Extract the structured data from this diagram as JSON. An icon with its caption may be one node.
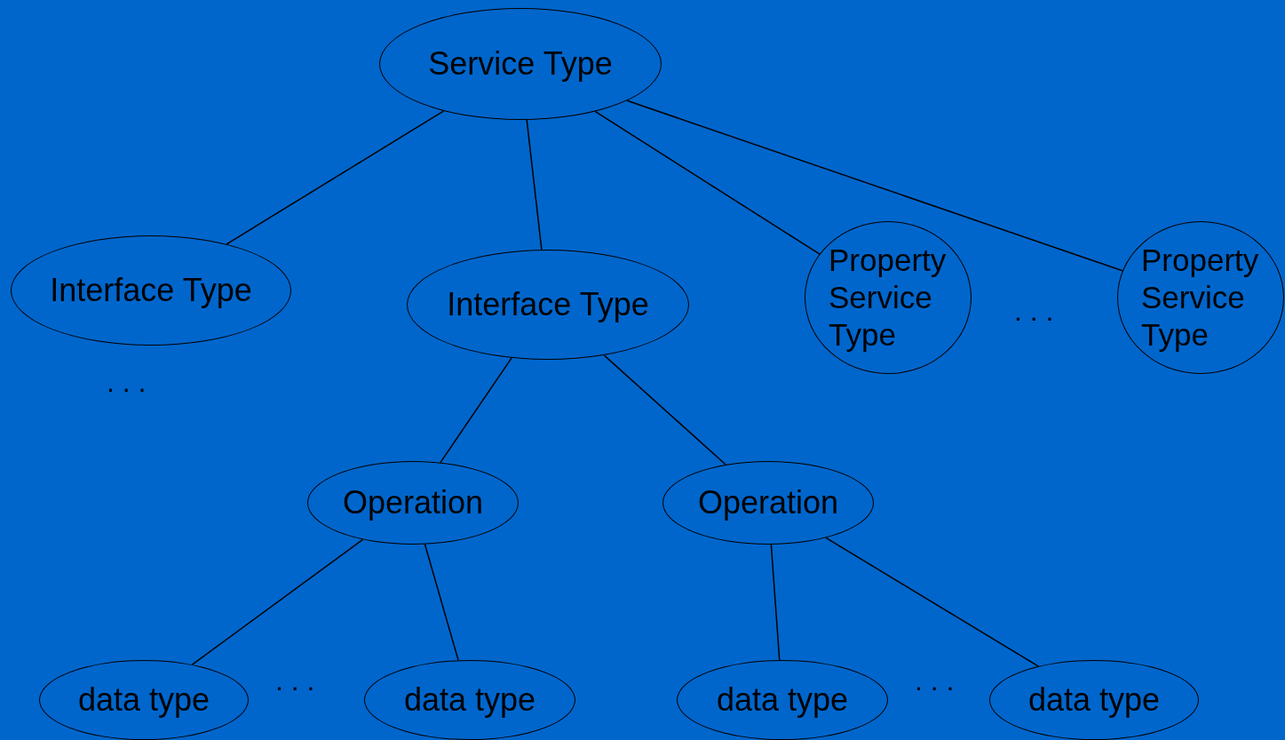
{
  "diagram": {
    "nodes": [
      {
        "text": [
          "Service Type"
        ]
      },
      {
        "text": [
          "Interface Type"
        ]
      },
      {
        "text": [
          "Interface Type"
        ]
      },
      {
        "text": [
          "Property Service Type"
        ]
      },
      {
        "text": [
          "Property Service Type"
        ]
      },
      {
        "text": [
          "Operation"
        ]
      },
      {
        "text": [
          "Operation"
        ]
      },
      {
        "text": [
          "data type"
        ]
      },
      {
        "text": [
          "data type"
        ]
      },
      {
        "text": [
          "data type"
        ]
      },
      {
        "text": [
          "data type"
        ]
      }
    ],
    "edges": [
      {
        "from": 0,
        "to": 1,
        "arrow": "none"
      },
      {
        "from": 0,
        "to": 2,
        "arrow": "none"
      },
      {
        "from": 0,
        "to": 3,
        "arrow": "none"
      },
      {
        "from": 0,
        "to": 4,
        "arrow": "none"
      },
      {
        "from": 2,
        "to": 5,
        "arrow": "none"
      },
      {
        "from": 2,
        "to": 6,
        "arrow": "none"
      },
      {
        "from": 5,
        "to": 7,
        "arrow": "none"
      },
      {
        "from": 5,
        "to": 8,
        "arrow": "none"
      },
      {
        "from": 6,
        "to": 9,
        "arrow": "none"
      },
      {
        "from": 6,
        "to": 10,
        "arrow": "none"
      }
    ],
    "labels": [
      ". . .",
      ". . .",
      ". . .",
      ". . ."
    ]
  }
}
